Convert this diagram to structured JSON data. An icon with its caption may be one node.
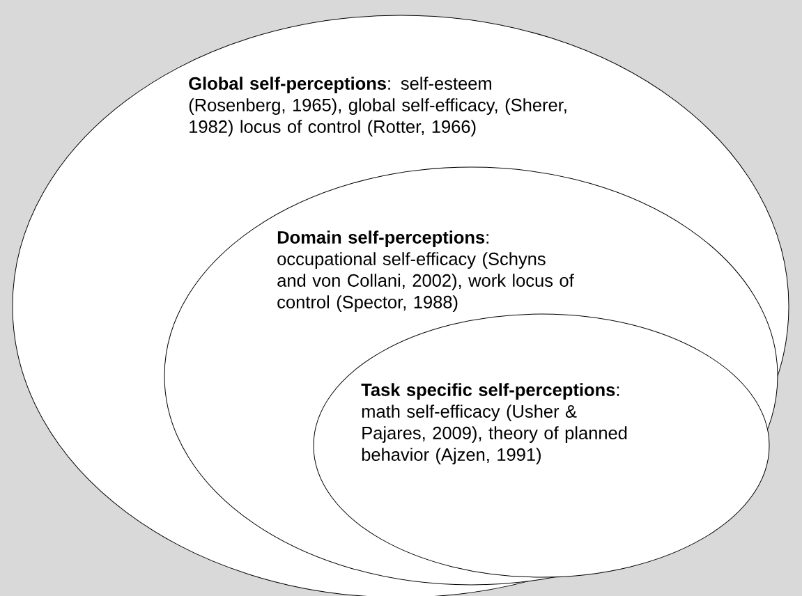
{
  "diagram": {
    "nodes": [
      {
        "text": [
          "**Global self-perceptions**: self-esteem (Rosenberg, 1965), global self-efficacy, (Sherer, 1982) locus of control (Rotter, 1966)"
        ]
      },
      {
        "text": [
          "**Domain self-perceptions**: occupational self-efficacy (Schyns and von Collani, 2002), work locus of control (Spector, 1988)"
        ],
        "in": 0
      },
      {
        "text": [
          "**Task specific self-perceptions**: math self-efficacy (Usher & Pajares, 2009), theory of planned behavior (Ajzen, 1991)"
        ],
        "in": 1
      }
    ]
  }
}
